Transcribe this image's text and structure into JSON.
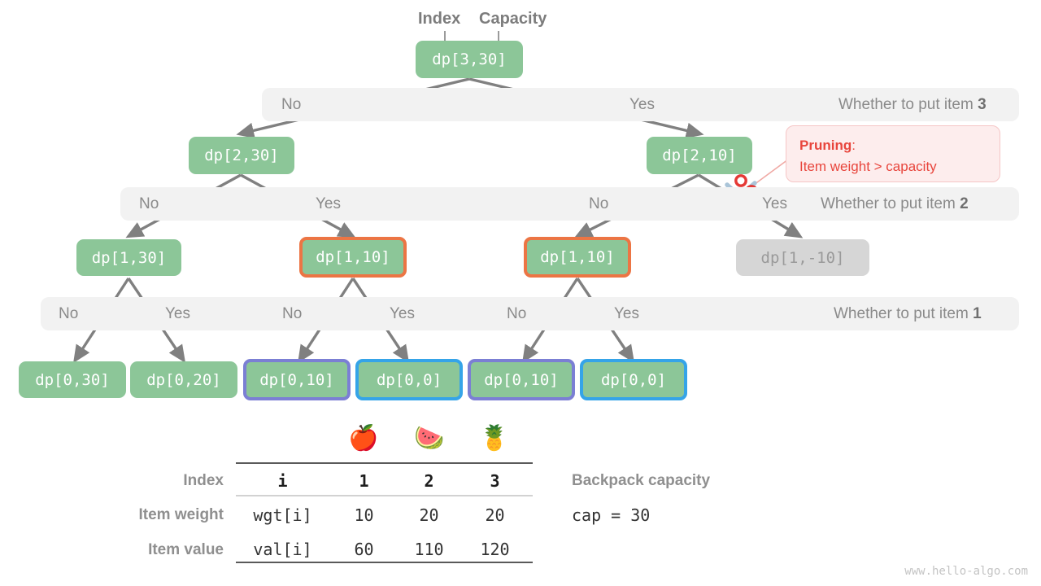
{
  "annotations": {
    "index_label": "Index",
    "capacity_label": "Capacity"
  },
  "tree": {
    "root": {
      "label": "dp[3,30]"
    },
    "level2": [
      {
        "label": "dp[2,30]"
      },
      {
        "label": "dp[2,10]"
      }
    ],
    "level3": [
      {
        "label": "dp[1,30]"
      },
      {
        "label": "dp[1,10]"
      },
      {
        "label": "dp[1,10]"
      },
      {
        "label": "dp[1,-10]"
      }
    ],
    "level4": [
      {
        "label": "dp[0,30]"
      },
      {
        "label": "dp[0,20]"
      },
      {
        "label": "dp[0,10]"
      },
      {
        "label": "dp[0,0]"
      },
      {
        "label": "dp[0,10]"
      },
      {
        "label": "dp[0,0]"
      }
    ]
  },
  "bands": {
    "row1": {
      "no": "No",
      "yes": "Yes",
      "question_prefix": "Whether to put item ",
      "question_item": "3"
    },
    "row2": {
      "no_left": "No",
      "yes_left": "Yes",
      "no_right": "No",
      "yes_right": "Yes",
      "question_prefix": "Whether to put item ",
      "question_item": "2"
    },
    "row3": {
      "labels": [
        "No",
        "Yes",
        "No",
        "Yes",
        "No",
        "Yes"
      ],
      "question_prefix": "Whether to put item ",
      "question_item": "1"
    }
  },
  "pruning": {
    "title": "Pruning",
    "title_suffix": ":",
    "detail": "Item weight > capacity",
    "icon": "scissors-icon"
  },
  "table": {
    "row_labels": [
      "Index",
      "Item weight",
      "Item value"
    ],
    "first_col": [
      "i",
      "wgt[i]",
      "val[i]"
    ],
    "columns": [
      "1",
      "2",
      "3"
    ],
    "emojis": [
      "🍎",
      "🍉",
      "🍍"
    ],
    "emoji_names": [
      "apple-icon",
      "watermelon-icon",
      "pineapple-icon"
    ],
    "weights": [
      "10",
      "20",
      "20"
    ],
    "values": [
      "60",
      "110",
      "120"
    ]
  },
  "capacity": {
    "title": "Backpack capacity",
    "value": "cap = 30"
  },
  "watermark": "www.hello-algo.com",
  "colors": {
    "node_green": "#8cc698",
    "node_muted": "#d6d6d6",
    "border_orange": "#ec7544",
    "border_purple": "#7b7fd4",
    "border_blue": "#35a4e8",
    "band_gray": "#f2f2f2",
    "arrow_gray": "#808080",
    "pruning_red": "#e8453c"
  }
}
